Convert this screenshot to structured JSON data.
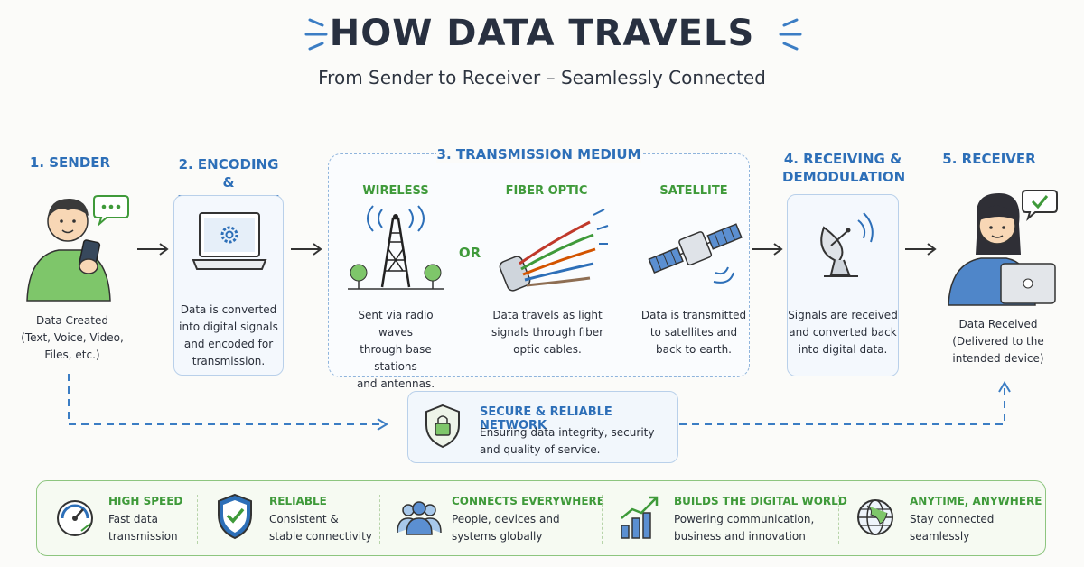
{
  "header": {
    "title": "HOW DATA TRAVELS",
    "subtitle": "From Sender to Receiver – Seamlessly Connected"
  },
  "steps": [
    {
      "title_lines": [
        "1. SENDER"
      ],
      "desc_lines": [
        "Data Created",
        "(Text, Voice, Video,",
        "Files, etc.)"
      ]
    },
    {
      "title_lines": [
        "2. ENCODING &",
        "MODULATION"
      ],
      "desc_lines": [
        "Data is converted",
        "into digital signals",
        "and encoded for",
        "transmission."
      ]
    },
    {
      "title_lines": [
        "3. TRANSMISSION MEDIUM"
      ]
    },
    {
      "title_lines": [
        "4. RECEIVING &",
        "DEMODULATION"
      ],
      "desc_lines": [
        "Signals are received",
        "and converted back",
        "into digital data."
      ]
    },
    {
      "title_lines": [
        "5. RECEIVER"
      ],
      "desc_lines": [
        "Data Received",
        "(Delivered to the",
        "intended device)"
      ]
    }
  ],
  "mediums": [
    {
      "title": "WIRELESS",
      "desc_lines": [
        "Sent via radio waves",
        "through base stations",
        "and antennas."
      ]
    },
    {
      "title": "FIBER OPTIC",
      "desc_lines": [
        "Data travels as light",
        "signals through fiber",
        "optic cables."
      ]
    },
    {
      "title": "SATELLITE",
      "desc_lines": [
        "Data is transmitted",
        "to satellites and",
        "back to earth."
      ]
    }
  ],
  "or_label": "OR",
  "secure": {
    "title": "SECURE & RELIABLE NETWORK",
    "desc_lines": [
      "Ensuring data integrity, security",
      "and quality of service."
    ]
  },
  "benefits": [
    {
      "icon": "speedometer-icon",
      "title": "HIGH SPEED",
      "desc_lines": [
        "Fast data",
        "transmission"
      ]
    },
    {
      "icon": "shield-check-icon",
      "title": "RELIABLE",
      "desc_lines": [
        "Consistent &",
        "stable connectivity"
      ]
    },
    {
      "icon": "people-icon",
      "title": "CONNECTS EVERYWHERE",
      "desc_lines": [
        "People, devices and",
        "systems globally"
      ]
    },
    {
      "icon": "growth-chart-icon",
      "title": "BUILDS THE DIGITAL WORLD",
      "desc_lines": [
        "Powering communication,",
        "business and innovation"
      ]
    },
    {
      "icon": "globe-icon",
      "title": "ANYTIME, ANYWHERE",
      "desc_lines": [
        "Stay connected",
        "seamlessly"
      ]
    }
  ],
  "colors": {
    "accent_blue": "#2d6fb8",
    "accent_green": "#3f9a3a",
    "ink": "#2a2f3a"
  }
}
